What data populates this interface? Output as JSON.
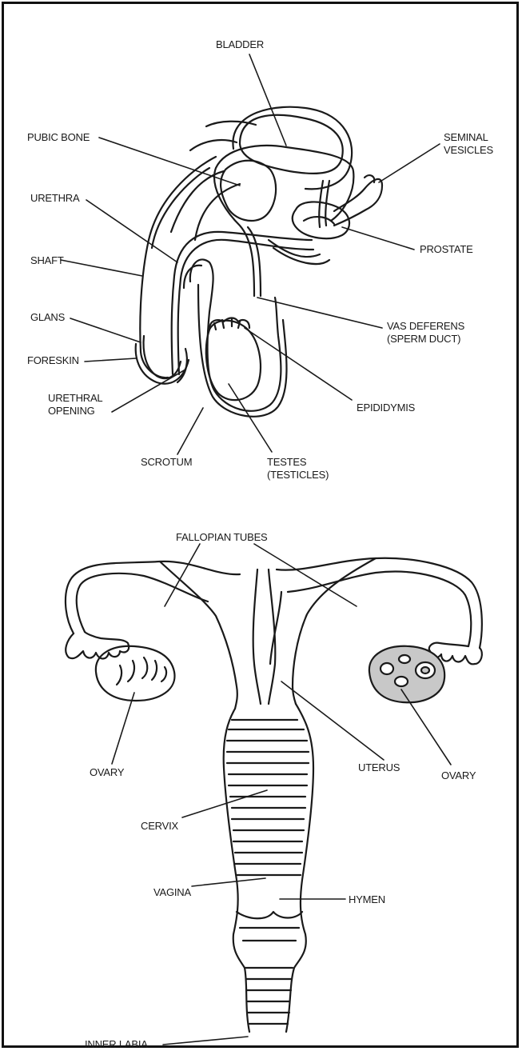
{
  "male": {
    "bladder": "BLADDER",
    "pubic_bone": "PUBIC BONE",
    "seminal_vesicles": [
      "SEMINAL",
      "VESICLES"
    ],
    "urethra": "URETHRA",
    "prostate": "PROSTATE",
    "shaft": "SHAFT",
    "glans": "GLANS",
    "vas_deferens": [
      "VAS DEFERENS",
      "(SPERM DUCT)"
    ],
    "foreskin": "FORESKIN",
    "urethral_opening": [
      "URETHRAL",
      "OPENING"
    ],
    "epididymis": "EPIDIDYMIS",
    "scrotum": "SCROTUM",
    "testes": [
      "TESTES",
      "(TESTICLES)"
    ]
  },
  "female": {
    "fallopian_tubes": "FALLOPIAN TUBES",
    "ovary_left": "OVARY",
    "uterus": "UTERUS",
    "ovary_right": "OVARY",
    "cervix": "CERVIX",
    "vagina": "VAGINA",
    "hymen": "HYMEN",
    "inner_labia": "INNER LABIA"
  },
  "colors": {
    "ink": "#1a1a1a",
    "ovary_fill": "#c8c8c8",
    "frame": "#111111"
  }
}
